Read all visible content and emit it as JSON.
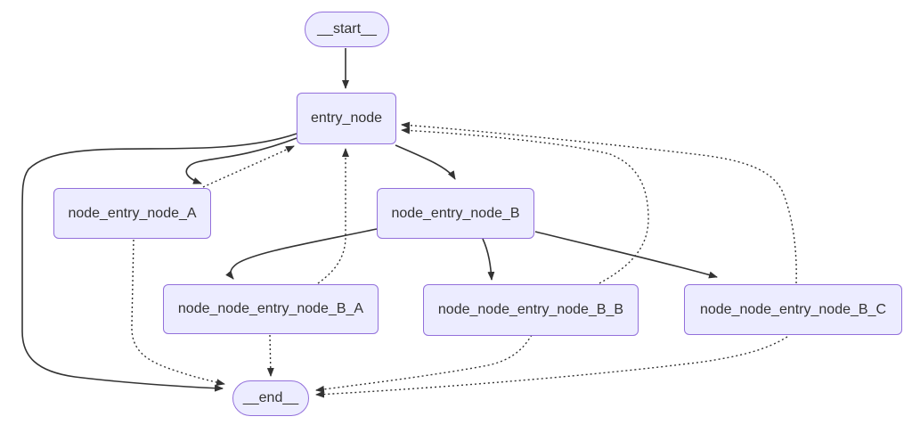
{
  "diagram": {
    "type": "flowchart",
    "direction": "top-down",
    "colors": {
      "background": "#ffffff",
      "node_fill": "#ECECFF",
      "node_border": "#9370DB",
      "edge": "#333333",
      "text": "#333333"
    },
    "nodes": [
      {
        "id": "__start__",
        "label": "__start__",
        "shape": "stadium"
      },
      {
        "id": "entry_node",
        "label": "entry_node",
        "shape": "rect"
      },
      {
        "id": "node_entry_node_A",
        "label": "node_entry_node_A",
        "shape": "rect"
      },
      {
        "id": "node_entry_node_B",
        "label": "node_entry_node_B",
        "shape": "rect"
      },
      {
        "id": "node_node_entry_node_B_A",
        "label": "node_node_entry_node_B_A",
        "shape": "rect"
      },
      {
        "id": "node_node_entry_node_B_B",
        "label": "node_node_entry_node_B_B",
        "shape": "rect"
      },
      {
        "id": "node_node_entry_node_B_C",
        "label": "node_node_entry_node_B_C",
        "shape": "rect"
      },
      {
        "id": "__end__",
        "label": "__end__",
        "shape": "stadium"
      }
    ],
    "edges": [
      {
        "from": "__start__",
        "to": "entry_node",
        "style": "solid"
      },
      {
        "from": "entry_node",
        "to": "node_entry_node_A",
        "style": "solid"
      },
      {
        "from": "entry_node",
        "to": "node_entry_node_B",
        "style": "solid"
      },
      {
        "from": "entry_node",
        "to": "__end__",
        "style": "solid"
      },
      {
        "from": "node_entry_node_B",
        "to": "node_node_entry_node_B_A",
        "style": "solid"
      },
      {
        "from": "node_entry_node_B",
        "to": "node_node_entry_node_B_B",
        "style": "solid"
      },
      {
        "from": "node_entry_node_B",
        "to": "node_node_entry_node_B_C",
        "style": "solid"
      },
      {
        "from": "node_entry_node_A",
        "to": "entry_node",
        "style": "dotted"
      },
      {
        "from": "node_entry_node_A",
        "to": "__end__",
        "style": "dotted"
      },
      {
        "from": "node_node_entry_node_B_A",
        "to": "entry_node",
        "style": "dotted"
      },
      {
        "from": "node_node_entry_node_B_A",
        "to": "__end__",
        "style": "dotted"
      },
      {
        "from": "node_node_entry_node_B_B",
        "to": "entry_node",
        "style": "dotted"
      },
      {
        "from": "node_node_entry_node_B_B",
        "to": "__end__",
        "style": "dotted"
      },
      {
        "from": "node_node_entry_node_B_C",
        "to": "entry_node",
        "style": "dotted"
      },
      {
        "from": "node_node_entry_node_B_C",
        "to": "__end__",
        "style": "dotted"
      }
    ]
  }
}
